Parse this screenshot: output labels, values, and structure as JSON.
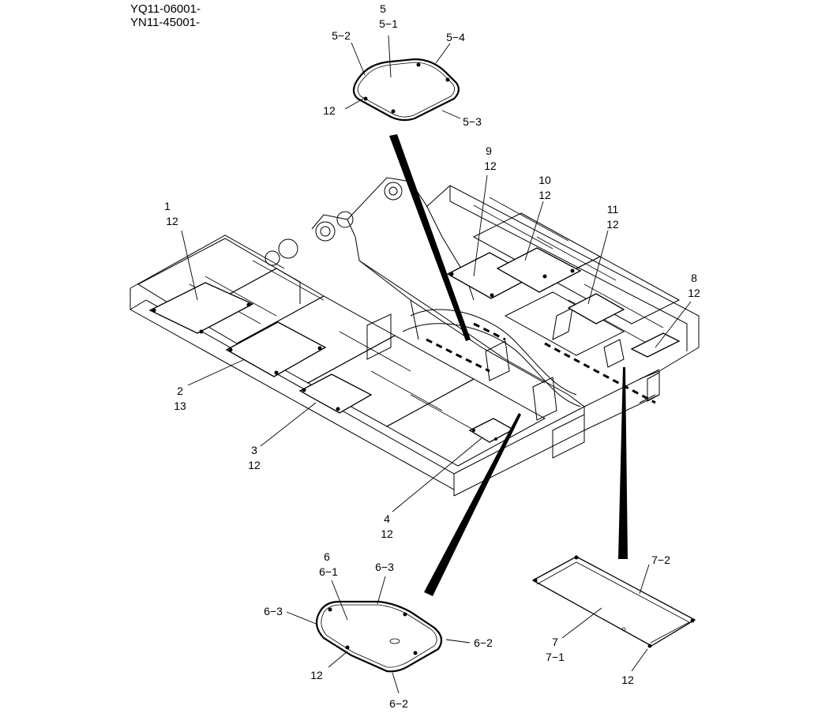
{
  "header": {
    "serial_1": "YQ11-06001-",
    "serial_2": "YN11-45001-"
  },
  "callouts": {
    "c1": [
      "1",
      "12"
    ],
    "c2": [
      "2",
      "13"
    ],
    "c3": [
      "3",
      "12"
    ],
    "c4": [
      "4",
      "12"
    ],
    "c5": [
      "5",
      "5−1"
    ],
    "c5_2": "5−2",
    "c5_3": "5−3",
    "c5_4": "5−4",
    "c5_12": "12",
    "c6": [
      "6",
      "6−1"
    ],
    "c6_3a": "6−3",
    "c6_3b": "6−3",
    "c6_2a": "6−2",
    "c6_2b": "6−2",
    "c6_12": "12",
    "c7": [
      "7",
      "7−1"
    ],
    "c7_2": "7−2",
    "c7_12": "12",
    "c8": [
      "8",
      "12"
    ],
    "c9": [
      "9",
      "12"
    ],
    "c10": [
      "10",
      "12"
    ],
    "c11": [
      "11",
      "12"
    ]
  }
}
